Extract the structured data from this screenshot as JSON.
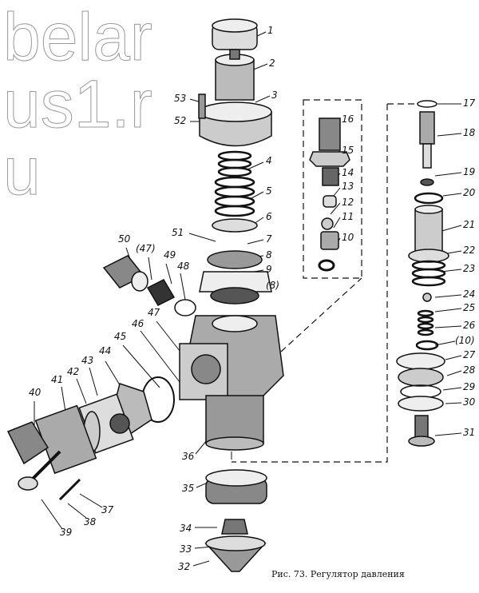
{
  "figure": {
    "caption": "Рис. 73. Регулятор давления",
    "watermark": "belarus1.ru",
    "labels": [
      "1",
      "2",
      "3",
      "53",
      "52",
      "4",
      "5",
      "6",
      "51",
      "7",
      "8",
      "9",
      "(8)",
      "50",
      "(47)",
      "49",
      "48",
      "47",
      "46",
      "45",
      "44",
      "43",
      "42",
      "41",
      "40",
      "39",
      "38",
      "37",
      "36",
      "35",
      "34",
      "33",
      "32",
      "16",
      "15",
      "14",
      "13",
      "12",
      "11",
      "10",
      "17",
      "18",
      "19",
      "20",
      "21",
      "22",
      "23",
      "24",
      "25",
      "26",
      "(10)",
      "27",
      "28",
      "29",
      "30",
      "31"
    ]
  }
}
